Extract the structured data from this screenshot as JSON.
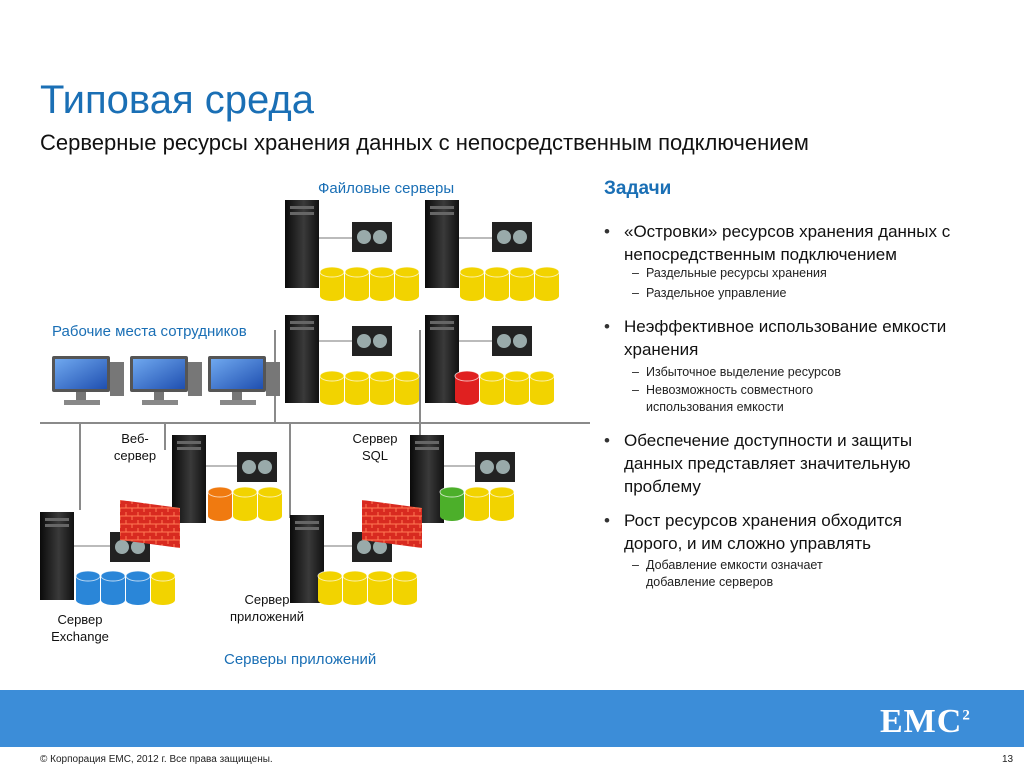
{
  "slide": {
    "title": "Типовая среда",
    "subtitle": "Серверные ресурсы хранения данных с непосредственным подключением"
  },
  "diagram": {
    "file_servers_label": "Файловые серверы",
    "workstations_label": "Рабочие места сотрудников",
    "web_server_label": "Веб-\nсервер",
    "sql_server_label": "Сервер\nSQL",
    "exchange_server_label": "Сервер\nExchange",
    "app_server_label": "Сервер\nприложений",
    "app_servers_label": "Серверы приложений"
  },
  "tasks": {
    "heading": "Задачи",
    "items": [
      {
        "text": "«Островки» ресурсов хранения данных с непосредственным подключением",
        "subs": [
          "Раздельные ресурсы хранения",
          "Раздельное управление"
        ]
      },
      {
        "text": "Неэффективное использование емкости хранения",
        "subs": [
          "Избыточное выделение ресурсов",
          "Невозможность совместного использования емкости"
        ]
      },
      {
        "text": "Обеспечение доступности и защиты данных представляет значительную проблему",
        "subs": []
      },
      {
        "text": "Рост ресурсов хранения обходится дорого, и им сложно управлять",
        "subs": [
          "Добавление емкости означает добавление серверов"
        ]
      }
    ]
  },
  "footer": {
    "logo": "EMC",
    "logo_sup": "2",
    "copyright": "© Корпорация EMC, 2012 г. Все права защищены.",
    "page_number": "13"
  },
  "colors": {
    "accent": "#1a6fb5",
    "footer_bar": "#3c8dd8",
    "disk_yellow": "#f2d300",
    "disk_red": "#e02020",
    "disk_orange": "#f07a10",
    "disk_green": "#4caf2a",
    "disk_blue": "#2a86d8"
  }
}
